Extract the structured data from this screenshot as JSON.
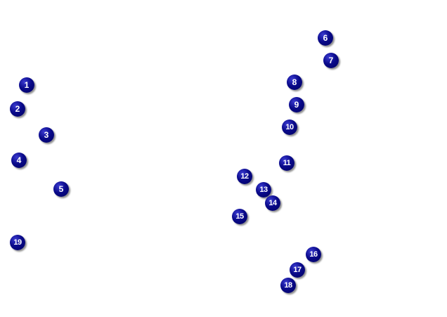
{
  "markers": [
    {
      "label": "1"
    },
    {
      "label": "2"
    },
    {
      "label": "3"
    },
    {
      "label": "4"
    },
    {
      "label": "5"
    },
    {
      "label": "6"
    },
    {
      "label": "7"
    },
    {
      "label": "8"
    },
    {
      "label": "9"
    },
    {
      "label": "10"
    },
    {
      "label": "11"
    },
    {
      "label": "12"
    },
    {
      "label": "13"
    },
    {
      "label": "14"
    },
    {
      "label": "15"
    },
    {
      "label": "16"
    },
    {
      "label": "17"
    },
    {
      "label": "18"
    },
    {
      "label": "19"
    }
  ],
  "colors": {
    "marker_fill": "#0a0a8a",
    "marker_text": "#ffffff",
    "background": "#ffffff"
  }
}
